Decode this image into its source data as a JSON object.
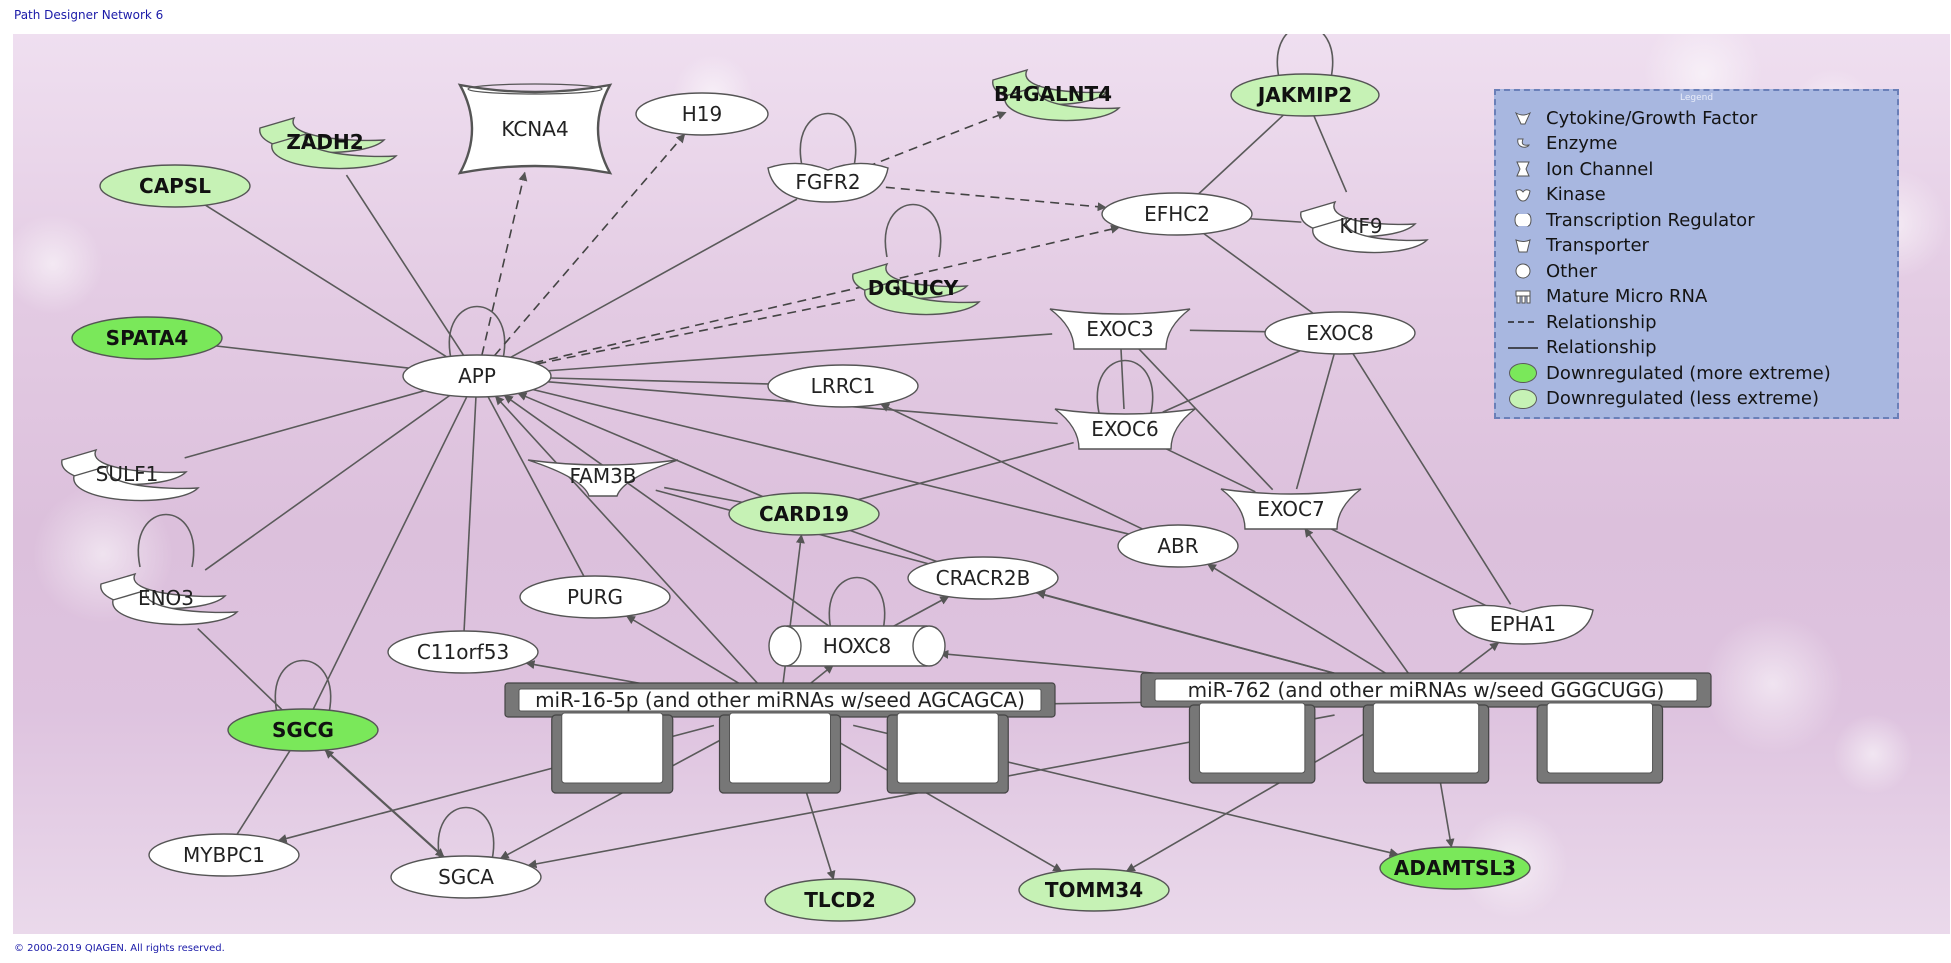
{
  "header": {
    "title": "Path Designer Network 6"
  },
  "footer": {
    "copyright": "© 2000-2019 QIAGEN. All rights reserved."
  },
  "colors": {
    "node_fill": "#ffffff",
    "node_stroke": "#555555",
    "down_more": "#7ae85a",
    "down_less": "#c6f2b5",
    "edge": "#5a5a5a",
    "legend_bg": "#a8b7e0"
  },
  "nodes": [
    {
      "id": "APP",
      "label": "APP",
      "shape": "ellipse",
      "fill": "white"
    },
    {
      "id": "KCNA4",
      "label": "KCNA4",
      "shape": "ion-channel",
      "fill": "white"
    },
    {
      "id": "H19",
      "label": "H19",
      "shape": "ellipse",
      "fill": "white"
    },
    {
      "id": "FGFR2",
      "label": "FGFR2",
      "shape": "kinase",
      "fill": "white"
    },
    {
      "id": "B4GALNT4",
      "label": "B4GALNT4",
      "shape": "enzyme",
      "fill": "less",
      "bold": true
    },
    {
      "id": "JAKMIP2",
      "label": "JAKMIP2",
      "shape": "ellipse",
      "fill": "less",
      "bold": true
    },
    {
      "id": "ZADH2",
      "label": "ZADH2",
      "shape": "enzyme",
      "fill": "less",
      "bold": true
    },
    {
      "id": "CAPSL",
      "label": "CAPSL",
      "shape": "ellipse",
      "fill": "less",
      "bold": true
    },
    {
      "id": "SPATA4",
      "label": "SPATA4",
      "shape": "ellipse",
      "fill": "more",
      "bold": true
    },
    {
      "id": "DGLUCY",
      "label": "DGLUCY",
      "shape": "enzyme",
      "fill": "less",
      "bold": true
    },
    {
      "id": "EFHC2",
      "label": "EFHC2",
      "shape": "ellipse",
      "fill": "white"
    },
    {
      "id": "KIF9",
      "label": "KIF9",
      "shape": "enzyme",
      "fill": "white"
    },
    {
      "id": "EXOC3",
      "label": "EXOC3",
      "shape": "transporter",
      "fill": "white"
    },
    {
      "id": "EXOC8",
      "label": "EXOC8",
      "shape": "ellipse",
      "fill": "white"
    },
    {
      "id": "LRRC1",
      "label": "LRRC1",
      "shape": "ellipse",
      "fill": "white"
    },
    {
      "id": "EXOC6",
      "label": "EXOC6",
      "shape": "transporter",
      "fill": "white"
    },
    {
      "id": "SULF1",
      "label": "SULF1",
      "shape": "enzyme",
      "fill": "white"
    },
    {
      "id": "FAM3B",
      "label": "FAM3B",
      "shape": "cytokine",
      "fill": "white"
    },
    {
      "id": "CARD19",
      "label": "CARD19",
      "shape": "ellipse",
      "fill": "less",
      "bold": true
    },
    {
      "id": "EXOC7",
      "label": "EXOC7",
      "shape": "transporter",
      "fill": "white"
    },
    {
      "id": "ABR",
      "label": "ABR",
      "shape": "ellipse",
      "fill": "white"
    },
    {
      "id": "ENO3",
      "label": "ENO3",
      "shape": "enzyme",
      "fill": "white"
    },
    {
      "id": "PURG",
      "label": "PURG",
      "shape": "ellipse",
      "fill": "white"
    },
    {
      "id": "CRACR2B",
      "label": "CRACR2B",
      "shape": "ellipse",
      "fill": "white"
    },
    {
      "id": "EPHA1",
      "label": "EPHA1",
      "shape": "kinase",
      "fill": "white"
    },
    {
      "id": "C11orf53",
      "label": "C11orf53",
      "shape": "ellipse",
      "fill": "white"
    },
    {
      "id": "HOXC8",
      "label": "HOXC8",
      "shape": "transcription-regulator",
      "fill": "white"
    },
    {
      "id": "SGCG",
      "label": "SGCG",
      "shape": "ellipse",
      "fill": "more",
      "bold": true
    },
    {
      "id": "MIR16",
      "label": "miR-16-5p (and other miRNAs w/seed AGCAGCA)",
      "shape": "mirna",
      "fill": "white"
    },
    {
      "id": "MIR762",
      "label": "miR-762 (and other miRNAs w/seed GGGCUGG)",
      "shape": "mirna",
      "fill": "white"
    },
    {
      "id": "MYBPC1",
      "label": "MYBPC1",
      "shape": "ellipse",
      "fill": "white"
    },
    {
      "id": "SGCA",
      "label": "SGCA",
      "shape": "ellipse",
      "fill": "white"
    },
    {
      "id": "TLCD2",
      "label": "TLCD2",
      "shape": "ellipse",
      "fill": "less",
      "bold": true
    },
    {
      "id": "TOMM34",
      "label": "TOMM34",
      "shape": "ellipse",
      "fill": "less",
      "bold": true
    },
    {
      "id": "ADAMTSL3",
      "label": "ADAMTSL3",
      "shape": "ellipse",
      "fill": "more",
      "bold": true
    }
  ],
  "edges": [
    {
      "from": "APP",
      "to": "APP",
      "type": "self"
    },
    {
      "from": "APP",
      "to": "KCNA4",
      "type": "dashed",
      "arrow": true
    },
    {
      "from": "APP",
      "to": "H19",
      "type": "dashed",
      "arrow": true
    },
    {
      "from": "APP",
      "to": "ZADH2",
      "type": "solid",
      "arrow": false
    },
    {
      "from": "APP",
      "to": "CAPSL",
      "type": "solid",
      "arrow": false
    },
    {
      "from": "APP",
      "to": "SPATA4",
      "type": "solid",
      "arrow": false
    },
    {
      "from": "APP",
      "to": "SULF1",
      "type": "solid",
      "arrow": false
    },
    {
      "from": "APP",
      "to": "FGFR2",
      "type": "solid",
      "arrow": false
    },
    {
      "from": "APP",
      "to": "DGLUCY",
      "type": "dashed",
      "arrow": false
    },
    {
      "from": "APP",
      "to": "EFHC2",
      "type": "dashed",
      "arrow": true
    },
    {
      "from": "APP",
      "to": "EXOC3",
      "type": "solid",
      "arrow": false
    },
    {
      "from": "APP",
      "to": "LRRC1",
      "type": "solid",
      "arrow": false
    },
    {
      "from": "APP",
      "to": "EXOC6",
      "type": "solid",
      "arrow": false
    },
    {
      "from": "APP",
      "to": "ABR",
      "type": "solid",
      "arrow": false
    },
    {
      "from": "APP",
      "to": "ENO3",
      "type": "solid",
      "arrow": false
    },
    {
      "from": "APP",
      "to": "SGCG",
      "type": "solid",
      "arrow": false
    },
    {
      "from": "APP",
      "to": "C11orf53",
      "type": "solid",
      "arrow": false
    },
    {
      "from": "APP",
      "to": "PURG",
      "type": "solid",
      "arrow": false
    },
    {
      "from": "MIR16",
      "to": "APP",
      "type": "solid",
      "arrow": true
    },
    {
      "from": "HOXC8",
      "to": "APP",
      "type": "solid",
      "arrow": true
    },
    {
      "from": "CARD19",
      "to": "APP",
      "type": "solid",
      "arrow": true
    },
    {
      "from": "FGFR2",
      "to": "FGFR2",
      "type": "self"
    },
    {
      "from": "FGFR2",
      "to": "B4GALNT4",
      "type": "dashed",
      "arrow": true
    },
    {
      "from": "FGFR2",
      "to": "EFHC2",
      "type": "dashed",
      "arrow": true
    },
    {
      "from": "JAKMIP2",
      "to": "JAKMIP2",
      "type": "self"
    },
    {
      "from": "JAKMIP2",
      "to": "EFHC2",
      "type": "solid",
      "arrow": false
    },
    {
      "from": "JAKMIP2",
      "to": "KIF9",
      "type": "solid",
      "arrow": false
    },
    {
      "from": "EFHC2",
      "to": "KIF9",
      "type": "solid",
      "arrow": false
    },
    {
      "from": "EFHC2",
      "to": "EXOC8",
      "type": "solid",
      "arrow": false
    },
    {
      "from": "DGLUCY",
      "to": "DGLUCY",
      "type": "self"
    },
    {
      "from": "EXOC3",
      "to": "EXOC8",
      "type": "solid",
      "arrow": false
    },
    {
      "from": "EXOC3",
      "to": "EXOC6",
      "type": "solid",
      "arrow": false
    },
    {
      "from": "EXOC3",
      "to": "EXOC7",
      "type": "solid",
      "arrow": false
    },
    {
      "from": "EXOC8",
      "to": "EXOC6",
      "type": "solid",
      "arrow": false
    },
    {
      "from": "EXOC8",
      "to": "EXOC7",
      "type": "solid",
      "arrow": false
    },
    {
      "from": "EXOC8",
      "to": "EPHA1",
      "type": "solid",
      "arrow": false
    },
    {
      "from": "EXOC6",
      "to": "EXOC6",
      "type": "self"
    },
    {
      "from": "EXOC6",
      "to": "EXOC7",
      "type": "solid",
      "arrow": false
    },
    {
      "from": "EXOC6",
      "to": "CARD19",
      "type": "solid",
      "arrow": false
    },
    {
      "from": "EXOC7",
      "to": "EPHA1",
      "type": "solid",
      "arrow": false
    },
    {
      "from": "CARD19",
      "to": "CRACR2B",
      "type": "solid",
      "arrow": false
    },
    {
      "from": "FAM3B",
      "to": "CARD19",
      "type": "solid",
      "arrow": false
    },
    {
      "from": "ABR",
      "to": "LRRC1",
      "type": "solid",
      "arrow": true
    },
    {
      "from": "ENO3",
      "to": "ENO3",
      "type": "self"
    },
    {
      "from": "ENO3",
      "to": "SGCG",
      "type": "solid",
      "arrow": false
    },
    {
      "from": "HOXC8",
      "to": "HOXC8",
      "type": "self"
    },
    {
      "from": "HOXC8",
      "to": "CRACR2B",
      "type": "solid",
      "arrow": true
    },
    {
      "from": "SGCG",
      "to": "SGCG",
      "type": "self"
    },
    {
      "from": "SGCG",
      "to": "MYBPC1",
      "type": "solid",
      "arrow": false
    },
    {
      "from": "SGCG",
      "to": "SGCA",
      "type": "double",
      "arrow": true
    },
    {
      "from": "SGCA",
      "to": "SGCA",
      "type": "self"
    },
    {
      "from": "MIR16",
      "to": "PURG",
      "type": "solid",
      "arrow": true
    },
    {
      "from": "MIR16",
      "to": "C11orf53",
      "type": "solid",
      "arrow": true
    },
    {
      "from": "MIR16",
      "to": "CARD19",
      "type": "solid",
      "arrow": true
    },
    {
      "from": "MIR16",
      "to": "HOXC8",
      "type": "solid",
      "arrow": true
    },
    {
      "from": "MIR16",
      "to": "MYBPC1",
      "type": "solid",
      "arrow": true
    },
    {
      "from": "MIR16",
      "to": "SGCA",
      "type": "solid",
      "arrow": true
    },
    {
      "from": "MIR16",
      "to": "TLCD2",
      "type": "solid",
      "arrow": true
    },
    {
      "from": "MIR16",
      "to": "TOMM34",
      "type": "solid",
      "arrow": true
    },
    {
      "from": "MIR16",
      "to": "ADAMTSL3",
      "type": "solid",
      "arrow": true
    },
    {
      "from": "MIR16",
      "to": "MIR762",
      "type": "solid",
      "arrow": false
    },
    {
      "from": "MIR762",
      "to": "ABR",
      "type": "solid",
      "arrow": true
    },
    {
      "from": "MIR762",
      "to": "CRACR2B",
      "type": "solid",
      "arrow": true
    },
    {
      "from": "MIR762",
      "to": "EPHA1",
      "type": "solid",
      "arrow": true
    },
    {
      "from": "MIR762",
      "to": "EXOC7",
      "type": "solid",
      "arrow": true
    },
    {
      "from": "MIR762",
      "to": "HOXC8",
      "type": "solid",
      "arrow": true
    },
    {
      "from": "MIR762",
      "to": "SGCA",
      "type": "solid",
      "arrow": true
    },
    {
      "from": "MIR762",
      "to": "TOMM34",
      "type": "solid",
      "arrow": true
    },
    {
      "from": "MIR762",
      "to": "ADAMTSL3",
      "type": "solid",
      "arrow": true
    },
    {
      "from": "MIR762",
      "to": "FAM3B",
      "type": "solid",
      "arrow": false
    }
  ],
  "legend": {
    "title": "Legend",
    "items": [
      {
        "symbol": "cytokine",
        "label": "Cytokine/Growth Factor"
      },
      {
        "symbol": "enzyme",
        "label": "Enzyme"
      },
      {
        "symbol": "ion-channel",
        "label": "Ion Channel"
      },
      {
        "symbol": "kinase",
        "label": "Kinase"
      },
      {
        "symbol": "transcription-regulator",
        "label": "Transcription Regulator"
      },
      {
        "symbol": "transporter",
        "label": "Transporter"
      },
      {
        "symbol": "other",
        "label": "Other"
      },
      {
        "symbol": "mirna",
        "label": "Mature Micro RNA"
      },
      {
        "symbol": "dashed-line",
        "label": "Relationship"
      },
      {
        "symbol": "solid-line",
        "label": "Relationship"
      },
      {
        "symbol": "swatch-more",
        "label": "Downregulated (more extreme)"
      },
      {
        "symbol": "swatch-less",
        "label": "Downregulated (less extreme)"
      }
    ]
  }
}
